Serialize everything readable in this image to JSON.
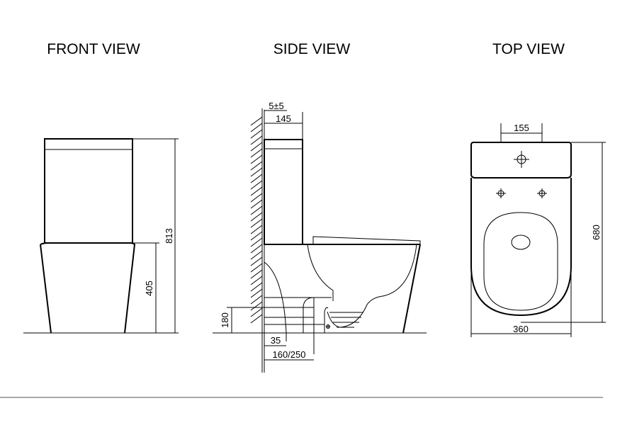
{
  "titles": {
    "front": "FRONT VIEW",
    "side": "SIDE VIEW",
    "top": "TOP VIEW"
  },
  "front_dims": {
    "total_height": "813",
    "bowl_height": "405"
  },
  "side_dims": {
    "wall_gap": "5±5",
    "tank_depth": "145",
    "outlet_height": "180",
    "wall_to_pipe": "35",
    "rough_in": "160/250"
  },
  "top_dims": {
    "hole_spacing": "155",
    "length": "680",
    "width": "360"
  }
}
